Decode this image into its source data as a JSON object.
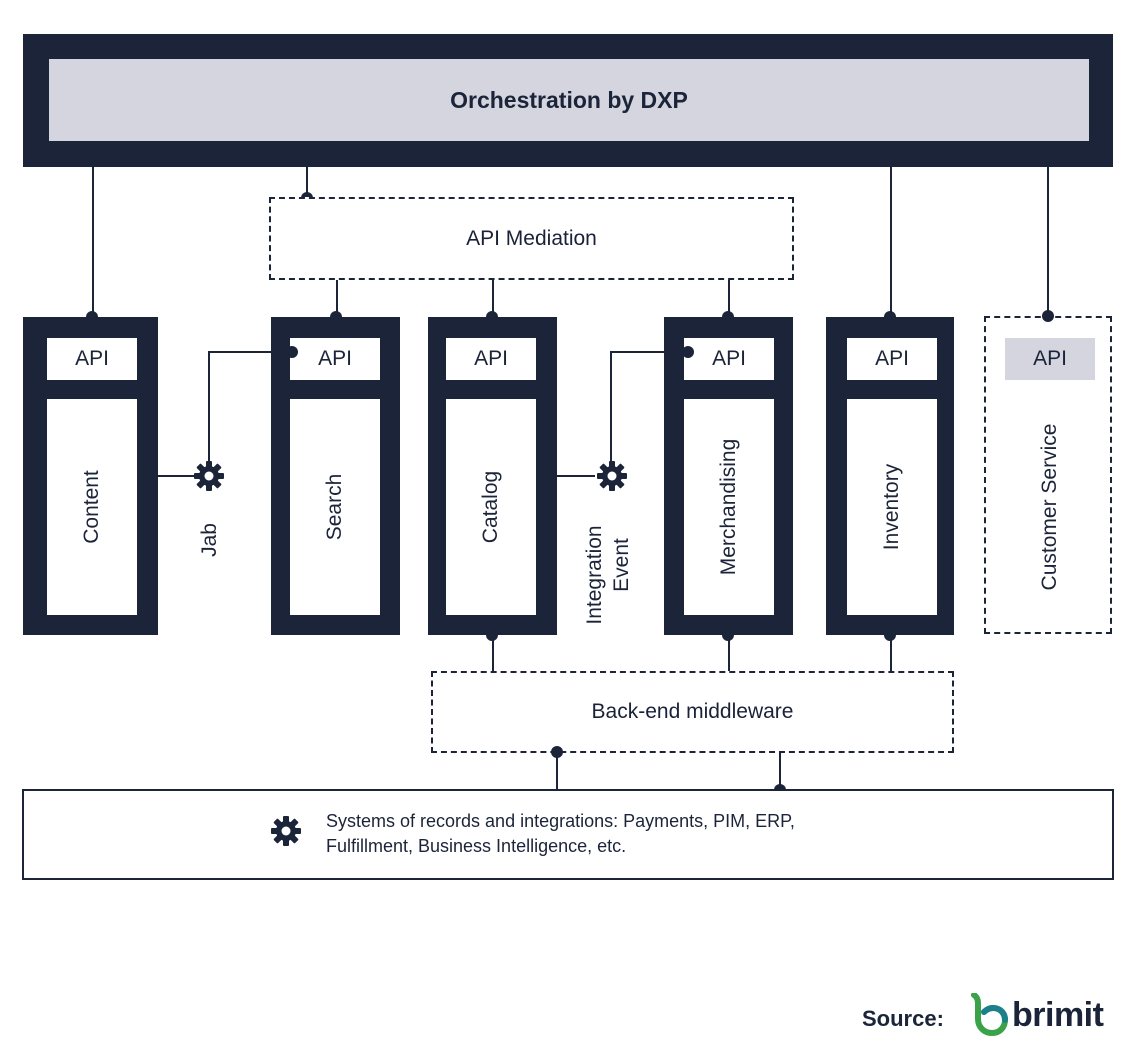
{
  "orchestration": {
    "label": "Orchestration by DXP"
  },
  "api_mediation": {
    "label": "API Mediation"
  },
  "backend_middleware": {
    "label": "Back-end middleware"
  },
  "services": [
    {
      "api": "API",
      "name": "Content"
    },
    {
      "api": "API",
      "name": "Search"
    },
    {
      "api": "API",
      "name": "Catalog"
    },
    {
      "api": "API",
      "name": "Merchandising"
    },
    {
      "api": "API",
      "name": "Inventory"
    },
    {
      "api": "API",
      "name": "Customer Service"
    }
  ],
  "connectors": {
    "job_label": "Jab",
    "integration_event_line1": "Integration",
    "integration_event_line2": "Event"
  },
  "systems": {
    "line1": "Systems of records and integrations: Payments, PIM, ERP,",
    "line2": "Fulfillment, Business Intelligence, etc."
  },
  "footer": {
    "source_label": "Source:",
    "brand": "brimit"
  },
  "colors": {
    "navy": "#1b2439",
    "light_gray": "#d4d5de",
    "brand_green": "#3aa34a",
    "brand_teal": "#1e7f8c"
  }
}
